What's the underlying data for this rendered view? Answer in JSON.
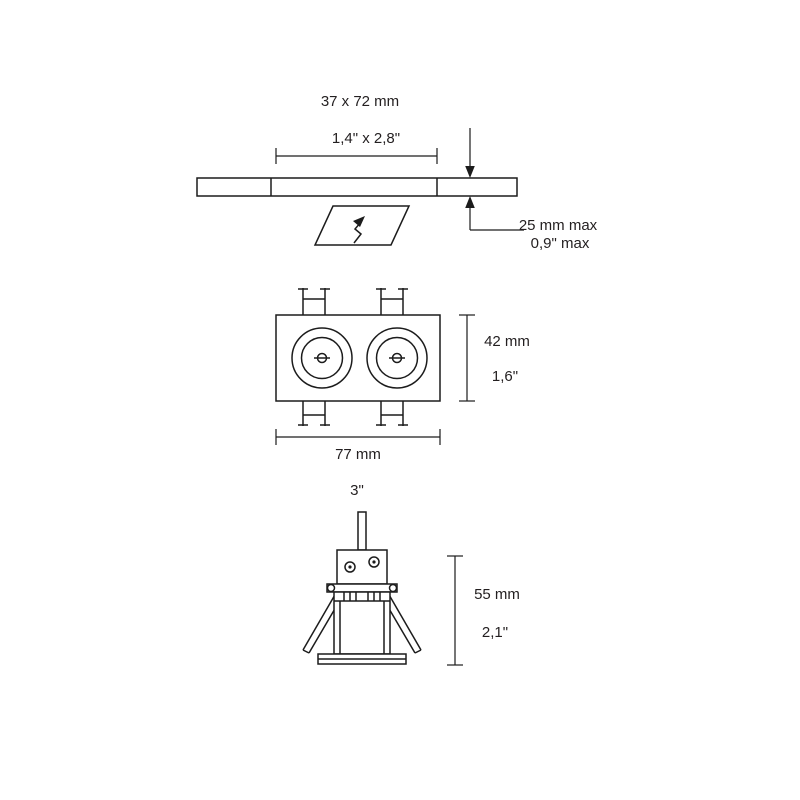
{
  "diagram": {
    "title": "recessed-luminaire-dimension-drawing",
    "colors": {
      "line": "#1c1c1c",
      "background": "#ffffff",
      "text": "#231f20"
    },
    "views": {
      "cutout": {
        "size_mm": "37 x 72 mm",
        "size_in": "1,4\" x 2,8\"",
        "depth_mm": "25 mm max",
        "depth_in": "0,9\" max"
      },
      "front": {
        "height_mm": "42 mm",
        "height_in": "1,6\"",
        "width_mm": "77 mm",
        "width_in": "3\""
      },
      "side": {
        "height_mm": "55 mm",
        "height_in": "2,1\""
      }
    }
  }
}
